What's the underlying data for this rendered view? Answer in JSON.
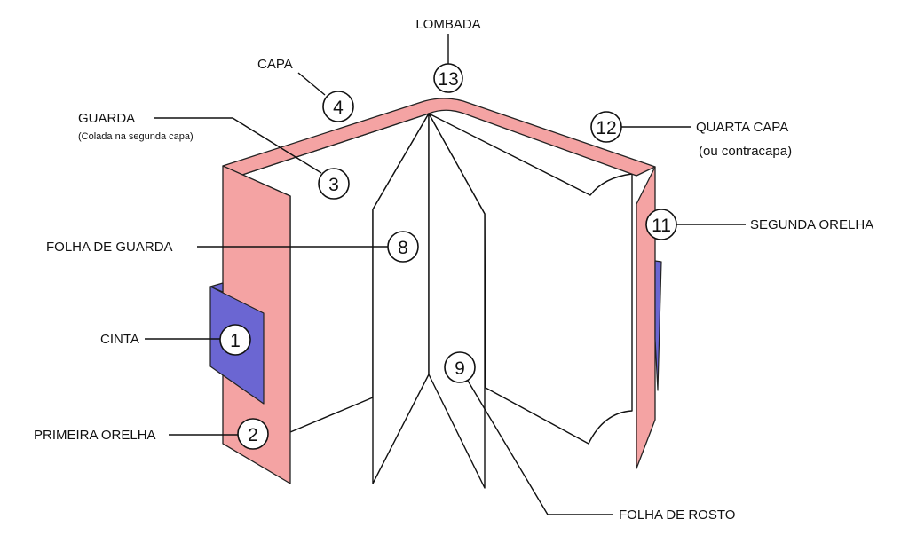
{
  "colors": {
    "cover": "#f4a3a3",
    "band": "#6b66d2",
    "line": "#111111"
  },
  "labels": {
    "lombada": {
      "text": "LOMBADA",
      "number": "13"
    },
    "capa": {
      "text": "CAPA",
      "number": "4"
    },
    "guarda": {
      "text": "GUARDA",
      "note": "(Colada na segunda capa)",
      "number": "3"
    },
    "folha_de_guarda": {
      "text": "FOLHA DE GUARDA",
      "number": "8"
    },
    "cinta": {
      "text": "CINTA",
      "number": "1"
    },
    "primeira_orelha": {
      "text": "PRIMEIRA ORELHA",
      "number": "2"
    },
    "folha_de_rosto": {
      "text": "FOLHA DE ROSTO",
      "number": "9"
    },
    "quarta_capa": {
      "text": "QUARTA CAPA",
      "note": "(ou contracapa)",
      "number": "12"
    },
    "segunda_orelha": {
      "text": "SEGUNDA ORELHA",
      "number": "11"
    }
  }
}
